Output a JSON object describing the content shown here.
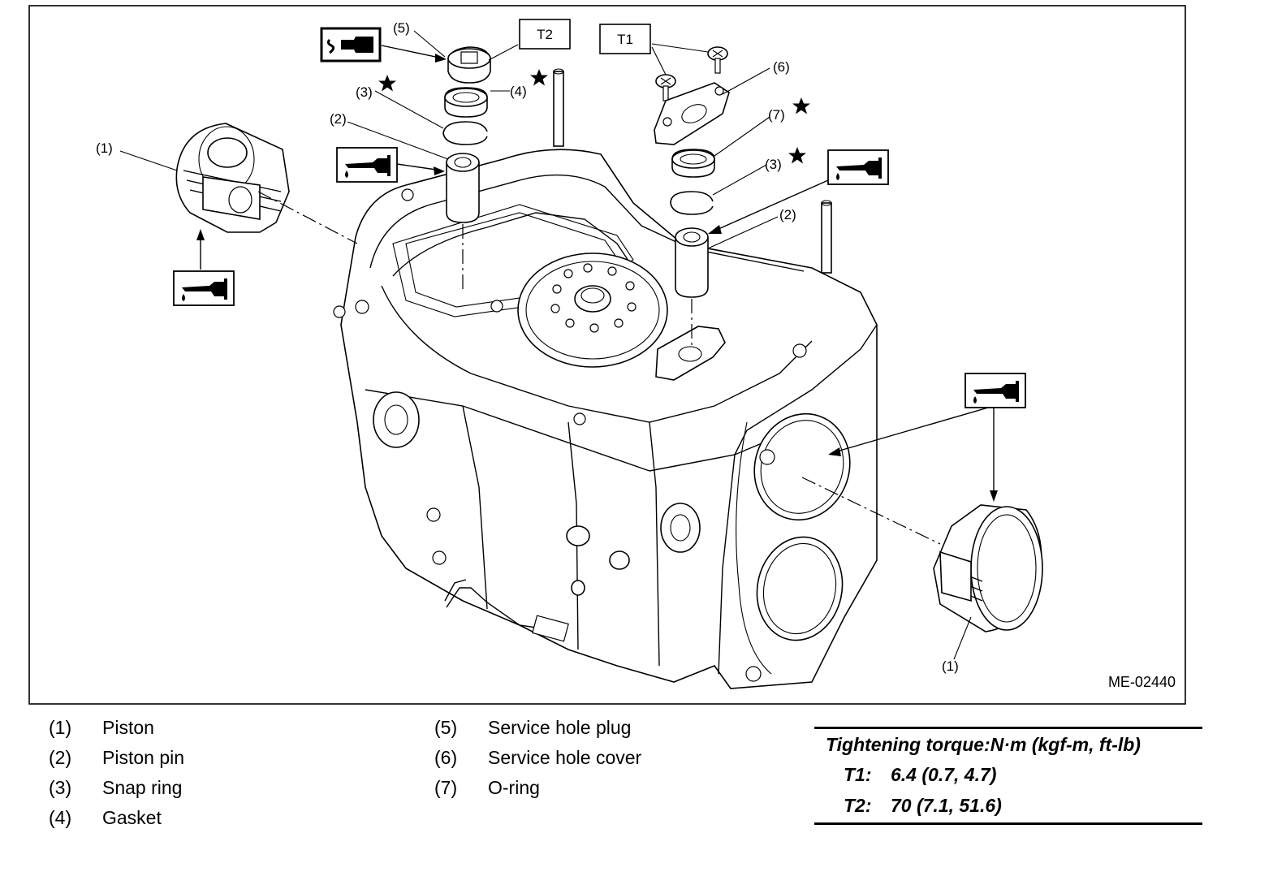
{
  "figure": {
    "code": "ME-02440",
    "callouts": {
      "piston_left": "(1)",
      "piston_right": "(1)",
      "pin_left": "(2)",
      "pin_right": "(2)",
      "snap_left": "(3)",
      "snap_right": "(3)",
      "gasket": "(4)",
      "plug": "(5)",
      "cover": "(6)",
      "oring": "(7)"
    },
    "torque_tags": {
      "t1": "T1",
      "t2": "T2"
    },
    "icons": {
      "oil": "oil-can-icon",
      "sealant": "sealant-tube-icon",
      "star": "replace-star-icon"
    }
  },
  "legend": {
    "col1": [
      {
        "num": "(1)",
        "name": "Piston"
      },
      {
        "num": "(2)",
        "name": "Piston pin"
      },
      {
        "num": "(3)",
        "name": "Snap ring"
      },
      {
        "num": "(4)",
        "name": "Gasket"
      }
    ],
    "col2": [
      {
        "num": "(5)",
        "name": "Service hole plug"
      },
      {
        "num": "(6)",
        "name": "Service hole cover"
      },
      {
        "num": "(7)",
        "name": "O-ring"
      }
    ]
  },
  "torque": {
    "title": "Tightening torque:N·m (kgf-m, ft-lb)",
    "rows": [
      {
        "key": "T1:",
        "value": "6.4 (0.7, 4.7)"
      },
      {
        "key": "T2:",
        "value": "70 (7.1, 51.6)"
      }
    ]
  }
}
